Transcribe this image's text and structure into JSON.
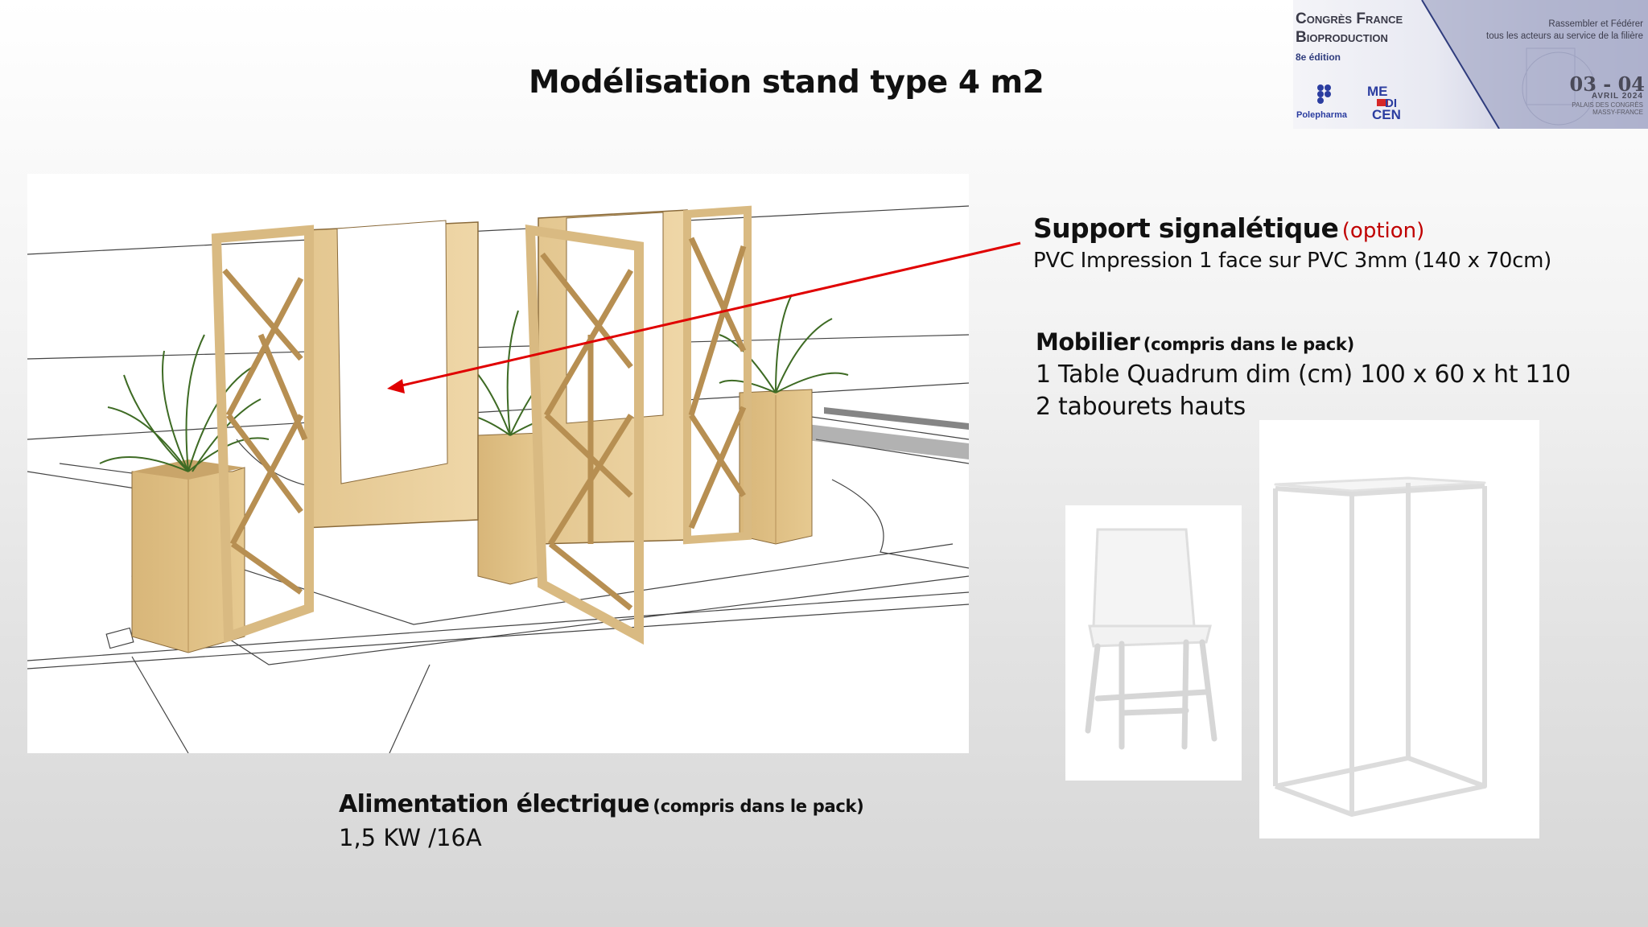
{
  "slide": {
    "title": "Modélisation stand type 4 m2"
  },
  "banner": {
    "title_line1": "Congrès France",
    "title_line2": "Bioproduction",
    "edition": "8e édition",
    "tagline_line1": "Rassembler et Fédérer",
    "tagline_line2": "tous les acteurs au service de la filière",
    "dates": "03 - 04",
    "month_year": "AVRIL 2024",
    "venue_line1": "PALAIS DES CONGRÈS",
    "venue_line2": "MASSY-FRANCE",
    "logo_polepharma": "Polepharma",
    "logo_medicen": "MEDICEN"
  },
  "signage": {
    "heading": "Support signalétique",
    "option": "(option)",
    "detail": "PVC Impression 1 face sur PVC 3mm (140 x 70cm)"
  },
  "furniture": {
    "heading": "Mobilier",
    "note": "(compris dans le pack)",
    "line1": "1 Table Quadrum  dim (cm) 100 x 60 x ht 110",
    "line2": "2 tabourets hauts"
  },
  "power": {
    "heading": "Alimentation électrique",
    "note": "(compris dans le pack)",
    "detail": "1,5 KW /16A"
  },
  "colors": {
    "accent_red": "#c00000",
    "arrow_red": "#e00000",
    "wood": "#e8cf9c",
    "banner_blue": "#2b3da0"
  }
}
